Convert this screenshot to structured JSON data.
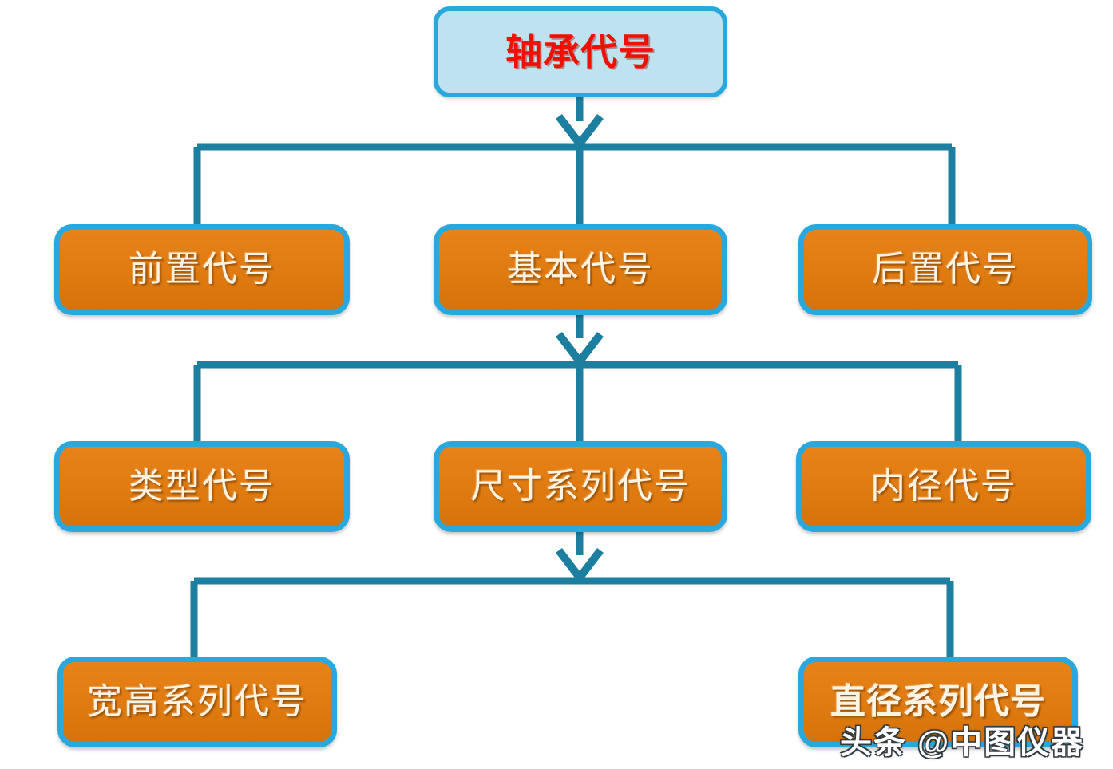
{
  "diagram": {
    "type": "hierarchy-tree",
    "title_node": {
      "text": "轴承代号",
      "fill": "#BFE3EE",
      "border": "#29A8DE",
      "text_color": "#F01000"
    },
    "palette": {
      "box_border": "#29A8DE",
      "box_fill_orange": "#DF7B10",
      "box_fill_light": "#BFE3EE",
      "connector": "#1C7FA0",
      "label_light": "#FDF3E2",
      "label_red": "#F01000",
      "background": "#FFFFFF"
    },
    "levels": [
      {
        "level": 1,
        "nodes": [
          {
            "id": "root",
            "text": "轴承代号",
            "style": "light"
          }
        ]
      },
      {
        "level": 2,
        "nodes": [
          {
            "id": "prefix",
            "text": "前置代号",
            "style": "orange"
          },
          {
            "id": "basic",
            "text": "基本代号",
            "style": "orange"
          },
          {
            "id": "suffix",
            "text": "后置代号",
            "style": "orange"
          }
        ]
      },
      {
        "level": 3,
        "nodes": [
          {
            "id": "type-code",
            "text": "类型代号",
            "style": "orange"
          },
          {
            "id": "size-series",
            "text": "尺寸系列代号",
            "style": "orange"
          },
          {
            "id": "bore-code",
            "text": "内径代号",
            "style": "orange"
          }
        ]
      },
      {
        "level": 4,
        "nodes": [
          {
            "id": "width-height-series",
            "text": "宽高系列代号",
            "style": "orange"
          },
          {
            "id": "diameter-series",
            "text": "直径系列代号",
            "style": "orange-bold"
          }
        ]
      }
    ],
    "edges": [
      {
        "from": "root",
        "to": [
          "prefix",
          "basic",
          "suffix"
        ]
      },
      {
        "from": "basic",
        "to": [
          "type-code",
          "size-series",
          "bore-code"
        ]
      },
      {
        "from": "size-series",
        "to": [
          "width-height-series",
          "diameter-series"
        ]
      }
    ]
  },
  "watermark": {
    "text": "头条 @中图仪器"
  }
}
